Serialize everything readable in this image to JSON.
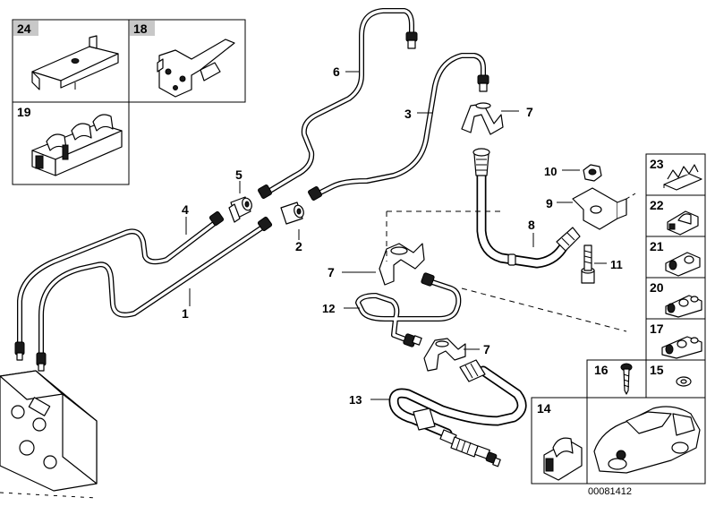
{
  "diagram": {
    "part_labels": {
      "p1": "1",
      "p2": "2",
      "p3": "3",
      "p4": "4",
      "p5": "5",
      "p6": "6",
      "p7a": "7",
      "p7b": "7",
      "p7c": "7",
      "p8": "8",
      "p9": "9",
      "p10": "10",
      "p11": "11",
      "p12": "12",
      "p13": "13"
    },
    "inset_labels": {
      "i24": "24",
      "i18": "18",
      "i19": "19",
      "i23": "23",
      "i22": "22",
      "i21": "21",
      "i20": "20",
      "i17": "17",
      "i16": "16",
      "i15": "15",
      "i14": "14"
    },
    "drawing_code": "00081412",
    "colors": {
      "outline": "#000000",
      "label_tag": "#c8c8c8",
      "background": "#ffffff"
    }
  }
}
